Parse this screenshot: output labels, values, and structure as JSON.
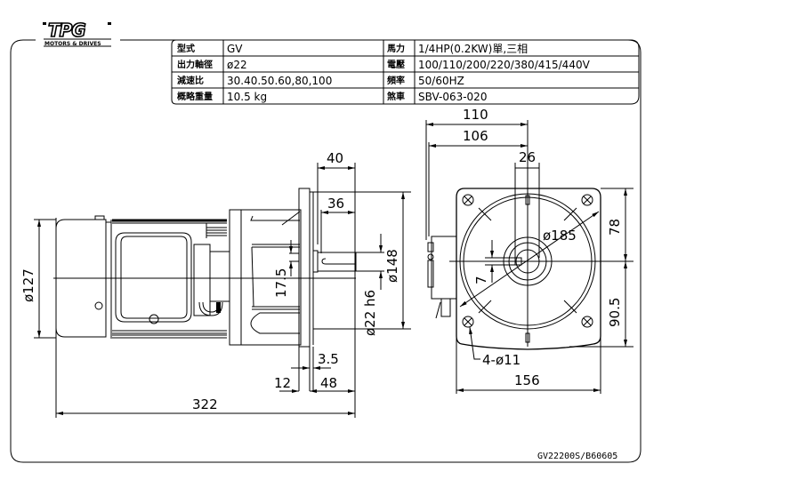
{
  "logo": {
    "brand": "TPG",
    "tagline": "MOTORS & DRIVES"
  },
  "spec_table": {
    "rows": [
      {
        "label_left": "型式",
        "value_left": "GV",
        "label_right": "馬力",
        "value_right": "1/4HP(0.2KW)單,三相"
      },
      {
        "label_left": "出力軸徑",
        "value_left": "ø22",
        "label_right": "電壓",
        "value_right": "100/110/200/220/380/415/440V"
      },
      {
        "label_left": "減速比",
        "value_left": "30.40.50.60,80,100",
        "label_right": "頻率",
        "value_right": "50/60HZ"
      },
      {
        "label_left": "概略重量",
        "value_left": "10.5  kg",
        "label_right": "煞車",
        "value_right": "SBV-063-020"
      }
    ]
  },
  "side_view": {
    "dims": {
      "motor_dia": "ø127",
      "flange_depth": "40",
      "shaft_len": "36",
      "key_height": "17.5",
      "shaft_dia": "ø22 h6",
      "flange_dia": "ø148",
      "flange_thk": "3.5",
      "pilot": "12",
      "gear_len": "48",
      "total_len": "322"
    }
  },
  "front_view": {
    "dims": {
      "width_110": "110",
      "width_106": "106",
      "key_26": "26",
      "pcd": "ø185",
      "key_7": "7",
      "top_78": "78",
      "bottom_90_5": "90.5",
      "holes": "4-ø11",
      "square_156": "156"
    }
  },
  "drawing_number": "GV22200S/B60605"
}
